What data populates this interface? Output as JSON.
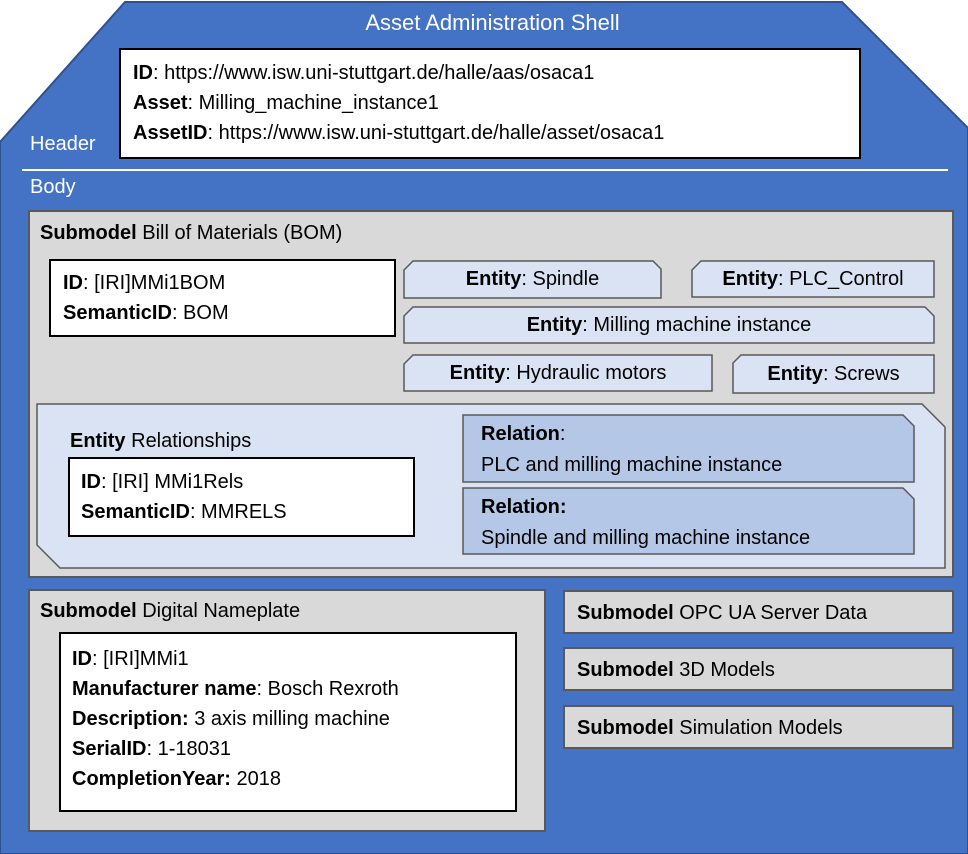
{
  "shell": {
    "title": "Asset Administration Shell",
    "header_label": "Header",
    "body_label": "Body",
    "header_lines": [
      {
        "key": "ID",
        "sep": ": ",
        "value": "https://www.isw.uni-stuttgart.de/halle/aas/osaca1"
      },
      {
        "key": "Asset",
        "sep": ": ",
        "value": "Milling_machine_instance1"
      },
      {
        "key": "AssetID",
        "sep": ": ",
        "value": "https://www.isw.uni-stuttgart.de/halle/asset/osaca1"
      }
    ]
  },
  "bom": {
    "title_bold": "Submodel",
    "title_rest": " Bill of Materials (BOM)",
    "id_key": "ID",
    "id_value": ": [IRI]MMi1BOM",
    "sem_key": "SemanticID",
    "sem_value": ": BOM",
    "entities": [
      {
        "key": "Entity",
        "value": ": Spindle"
      },
      {
        "key": "Entity",
        "value": ": PLC_Control"
      },
      {
        "key": "Entity",
        "value": ": Milling machine instance"
      },
      {
        "key": "Entity",
        "value": ": Hydraulic motors"
      },
      {
        "key": "Entity",
        "value": ": Screws"
      }
    ],
    "relationships": {
      "title_bold": "Entity",
      "title_rest": " Relationships",
      "id_key": "ID",
      "id_value": ": [IRI] MMi1Rels",
      "sem_key": "SemanticID",
      "sem_value": ": MMRELS",
      "relations": [
        {
          "title": "Relation",
          "sep": ":",
          "text": "PLC and milling machine instance"
        },
        {
          "title": "Relation:",
          "sep": "",
          "text": "Spindle and milling machine instance"
        }
      ]
    }
  },
  "nameplate": {
    "title_bold": "Submodel",
    "title_rest": " Digital Nameplate",
    "lines": [
      {
        "key": "ID",
        "value": ": [IRI]MMi1"
      },
      {
        "key": "Manufacturer name",
        "value": ": Bosch Rexroth"
      },
      {
        "key": "Description:",
        "value": " 3 axis milling machine"
      },
      {
        "key": "SerialID",
        "value": ": 1-18031"
      },
      {
        "key": "CompletionYear:",
        "value": " 2018"
      }
    ]
  },
  "other_submodels": [
    {
      "bold": "Submodel",
      "rest": " OPC UA Server Data"
    },
    {
      "bold": "Submodel",
      "rest": " 3D Models"
    },
    {
      "bold": "Submodel",
      "rest": " Simulation Models"
    }
  ],
  "colors": {
    "shell_blue": "#4472c4",
    "body_gray": "#d9d9d9",
    "light_blue": "#dae3f3",
    "relation_blue": "#b4c7e7",
    "border": "#595959"
  }
}
